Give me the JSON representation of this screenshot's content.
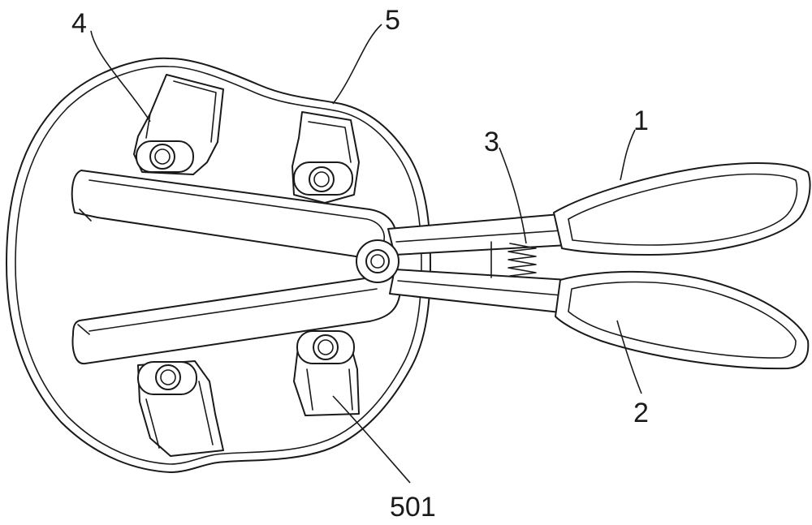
{
  "labels": {
    "part_1": "1",
    "part_2": "2",
    "part_3": "3",
    "part_4": "4",
    "part_5": "5",
    "part_501": "501"
  }
}
